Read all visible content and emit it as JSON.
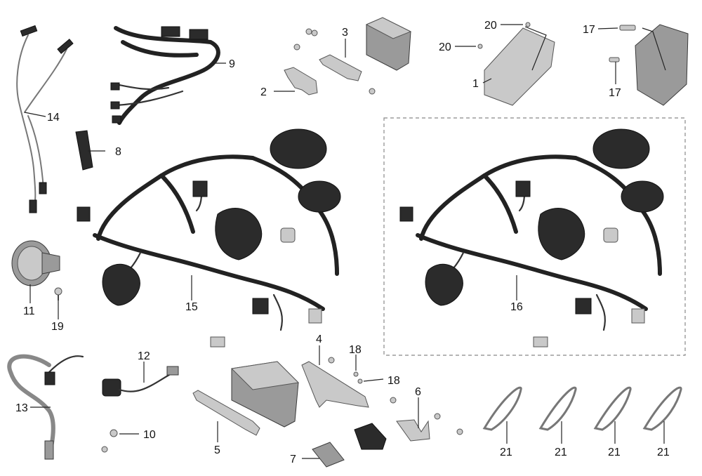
{
  "callouts": {
    "c1": "1",
    "c2": "2",
    "c3": "3",
    "c4": "4",
    "c5": "5",
    "c6": "6",
    "c7": "7",
    "c8": "8",
    "c9": "9",
    "c10": "10",
    "c11": "11",
    "c12": "12",
    "c13": "13",
    "c14": "14",
    "c15": "15",
    "c16": "16",
    "c17a": "17",
    "c17b": "17",
    "c18a": "18",
    "c18b": "18",
    "c19": "19",
    "c20a": "20",
    "c20b": "20",
    "c21a": "21",
    "c21b": "21",
    "c21c": "21",
    "c21d": "21"
  }
}
